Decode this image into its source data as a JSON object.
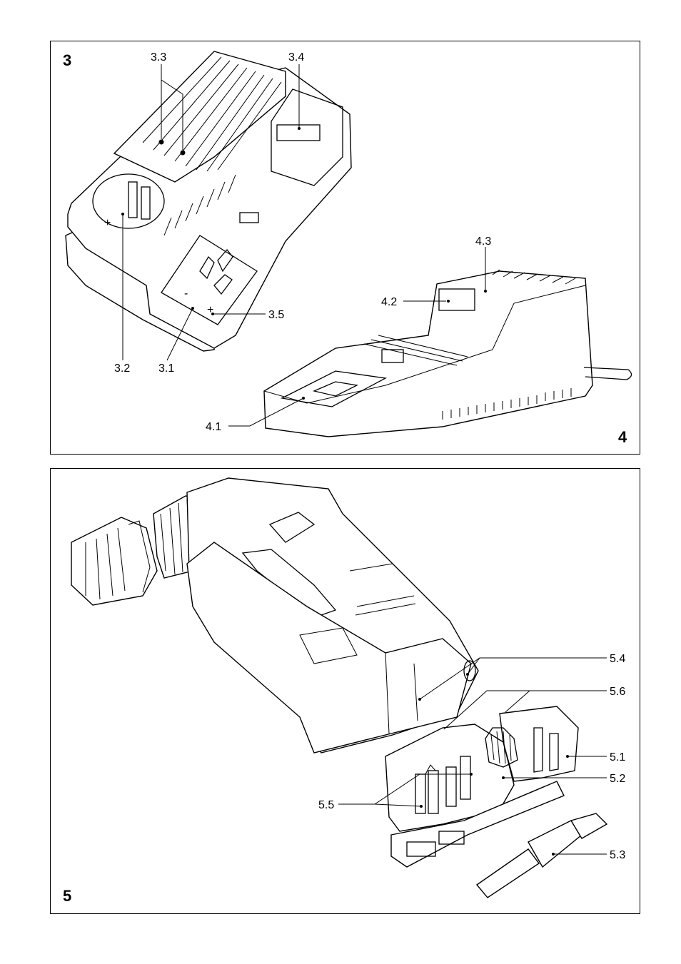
{
  "figures": {
    "fig3": {
      "number": "3",
      "labels": [
        "3.3",
        "3.4",
        "3.5",
        "3.2",
        "3.1"
      ]
    },
    "fig4": {
      "number": "4",
      "labels": [
        "4.3",
        "4.2",
        "4.1"
      ]
    },
    "fig5": {
      "number": "5",
      "labels": [
        "5.4",
        "5.6",
        "5.1",
        "5.2",
        "5.5",
        "5.3"
      ]
    }
  },
  "polarity": {
    "plus": "+",
    "minus": "-"
  }
}
